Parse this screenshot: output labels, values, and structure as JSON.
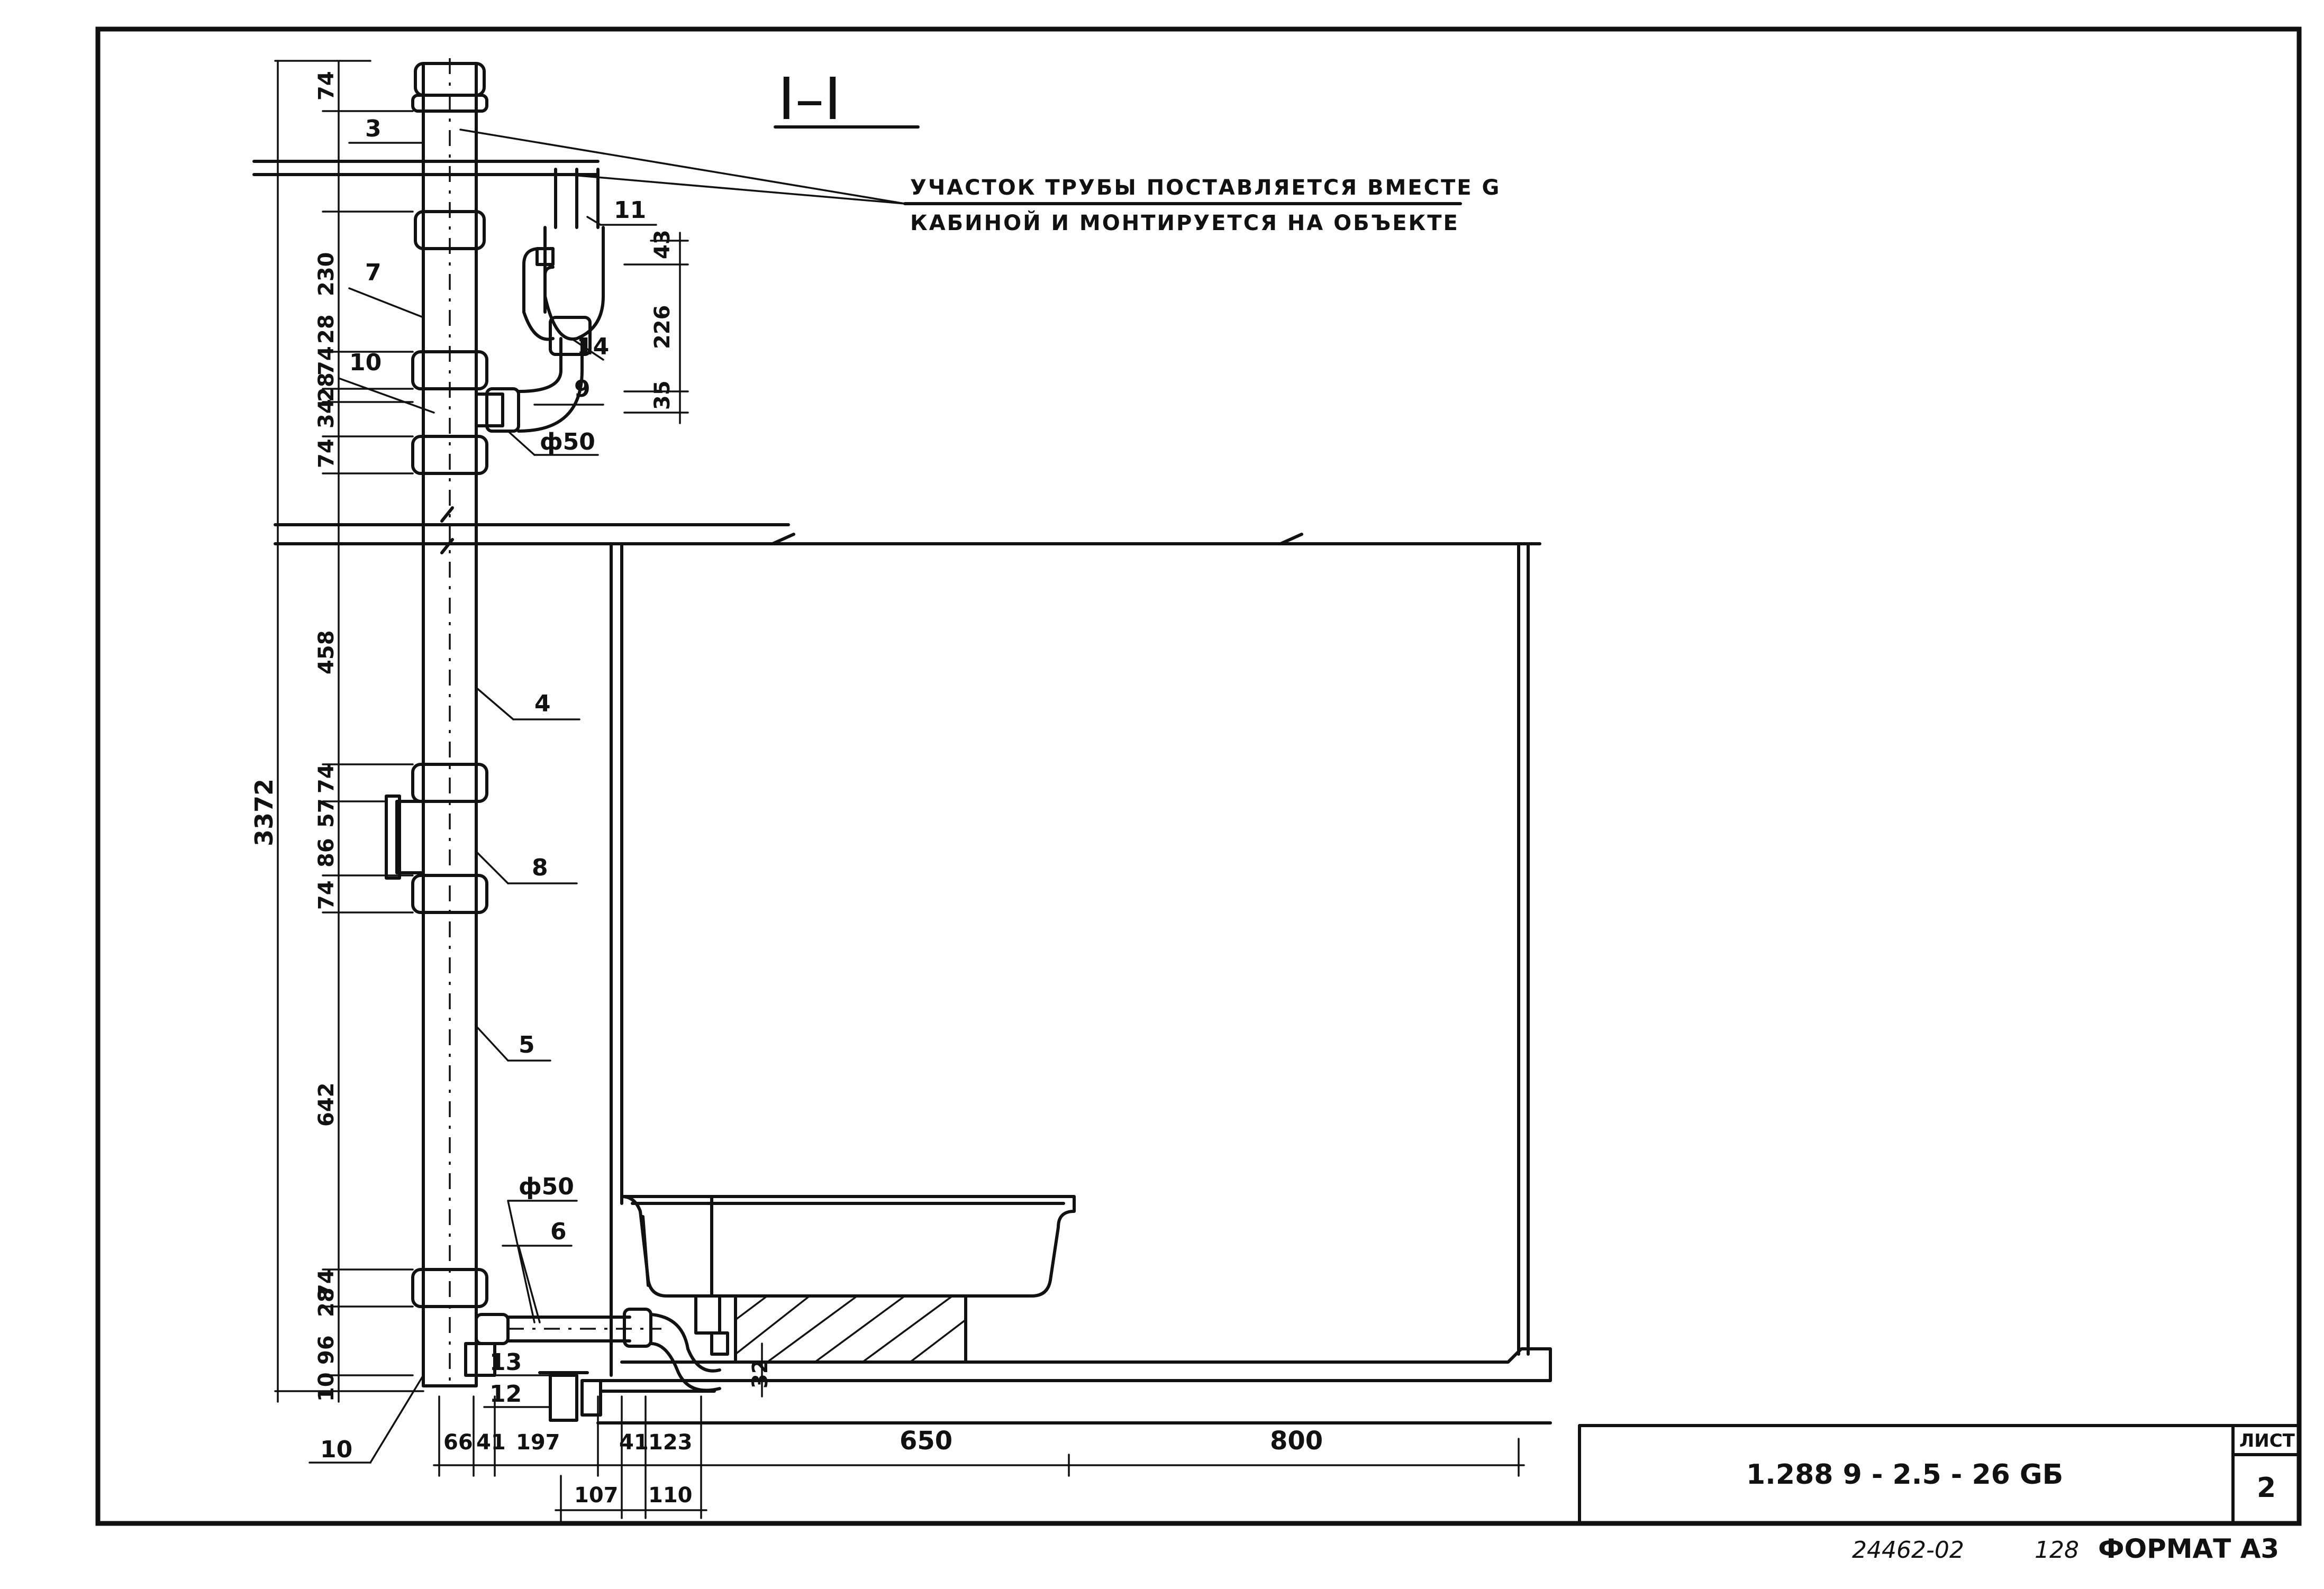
{
  "section_title": "I–I",
  "note_lines": [
    "УЧАСТОК  ТРУБЫ  ПОСТАВЛЯЕТСЯ  ВМЕСТЕ G",
    "КАБИНОЙ  И  МОНТИРУЕТСЯ  НА  ОБЪЕКТЕ"
  ],
  "callouts": {
    "c3": "3",
    "c4": "4",
    "c5": "5",
    "c6": "6",
    "c7": "7",
    "c8": "8",
    "c9": "9",
    "c10_top": "10",
    "c10_bottom": "10",
    "c11": "11",
    "c12": "12",
    "c13": "13",
    "c14": "14",
    "d50_top": "ф50",
    "d50_bottom": "ф50"
  },
  "left_dims": {
    "d74a": "74",
    "d230": "230",
    "d28a": "28",
    "d74b": "74",
    "d28b": "28",
    "d34": "34",
    "d74c": "74",
    "d458": "458",
    "d74d": "74",
    "d57": "57",
    "d86": "86",
    "d74e": "74",
    "d642": "642",
    "d74f": "74",
    "d28c": "28",
    "d96": "96",
    "d10": "10",
    "overall": "3372"
  },
  "right_dims": {
    "d43": "43",
    "d226": "226",
    "d35": "35",
    "d32": "32"
  },
  "bottom_dims": {
    "d66": "66",
    "d41a": "41",
    "d197": "197",
    "d41b": "41",
    "d123": "123",
    "d650": "650",
    "d800": "800",
    "d107": "107",
    "d110": "110"
  },
  "title_block": {
    "doc_code": "1.288 9  - 2.5  - 26 GБ",
    "sheet_label": "ЛИСТ",
    "sheet_number": "2"
  },
  "footer": {
    "inventory": "24462-02",
    "page": "128",
    "format": "ФОРМАТ А3"
  }
}
